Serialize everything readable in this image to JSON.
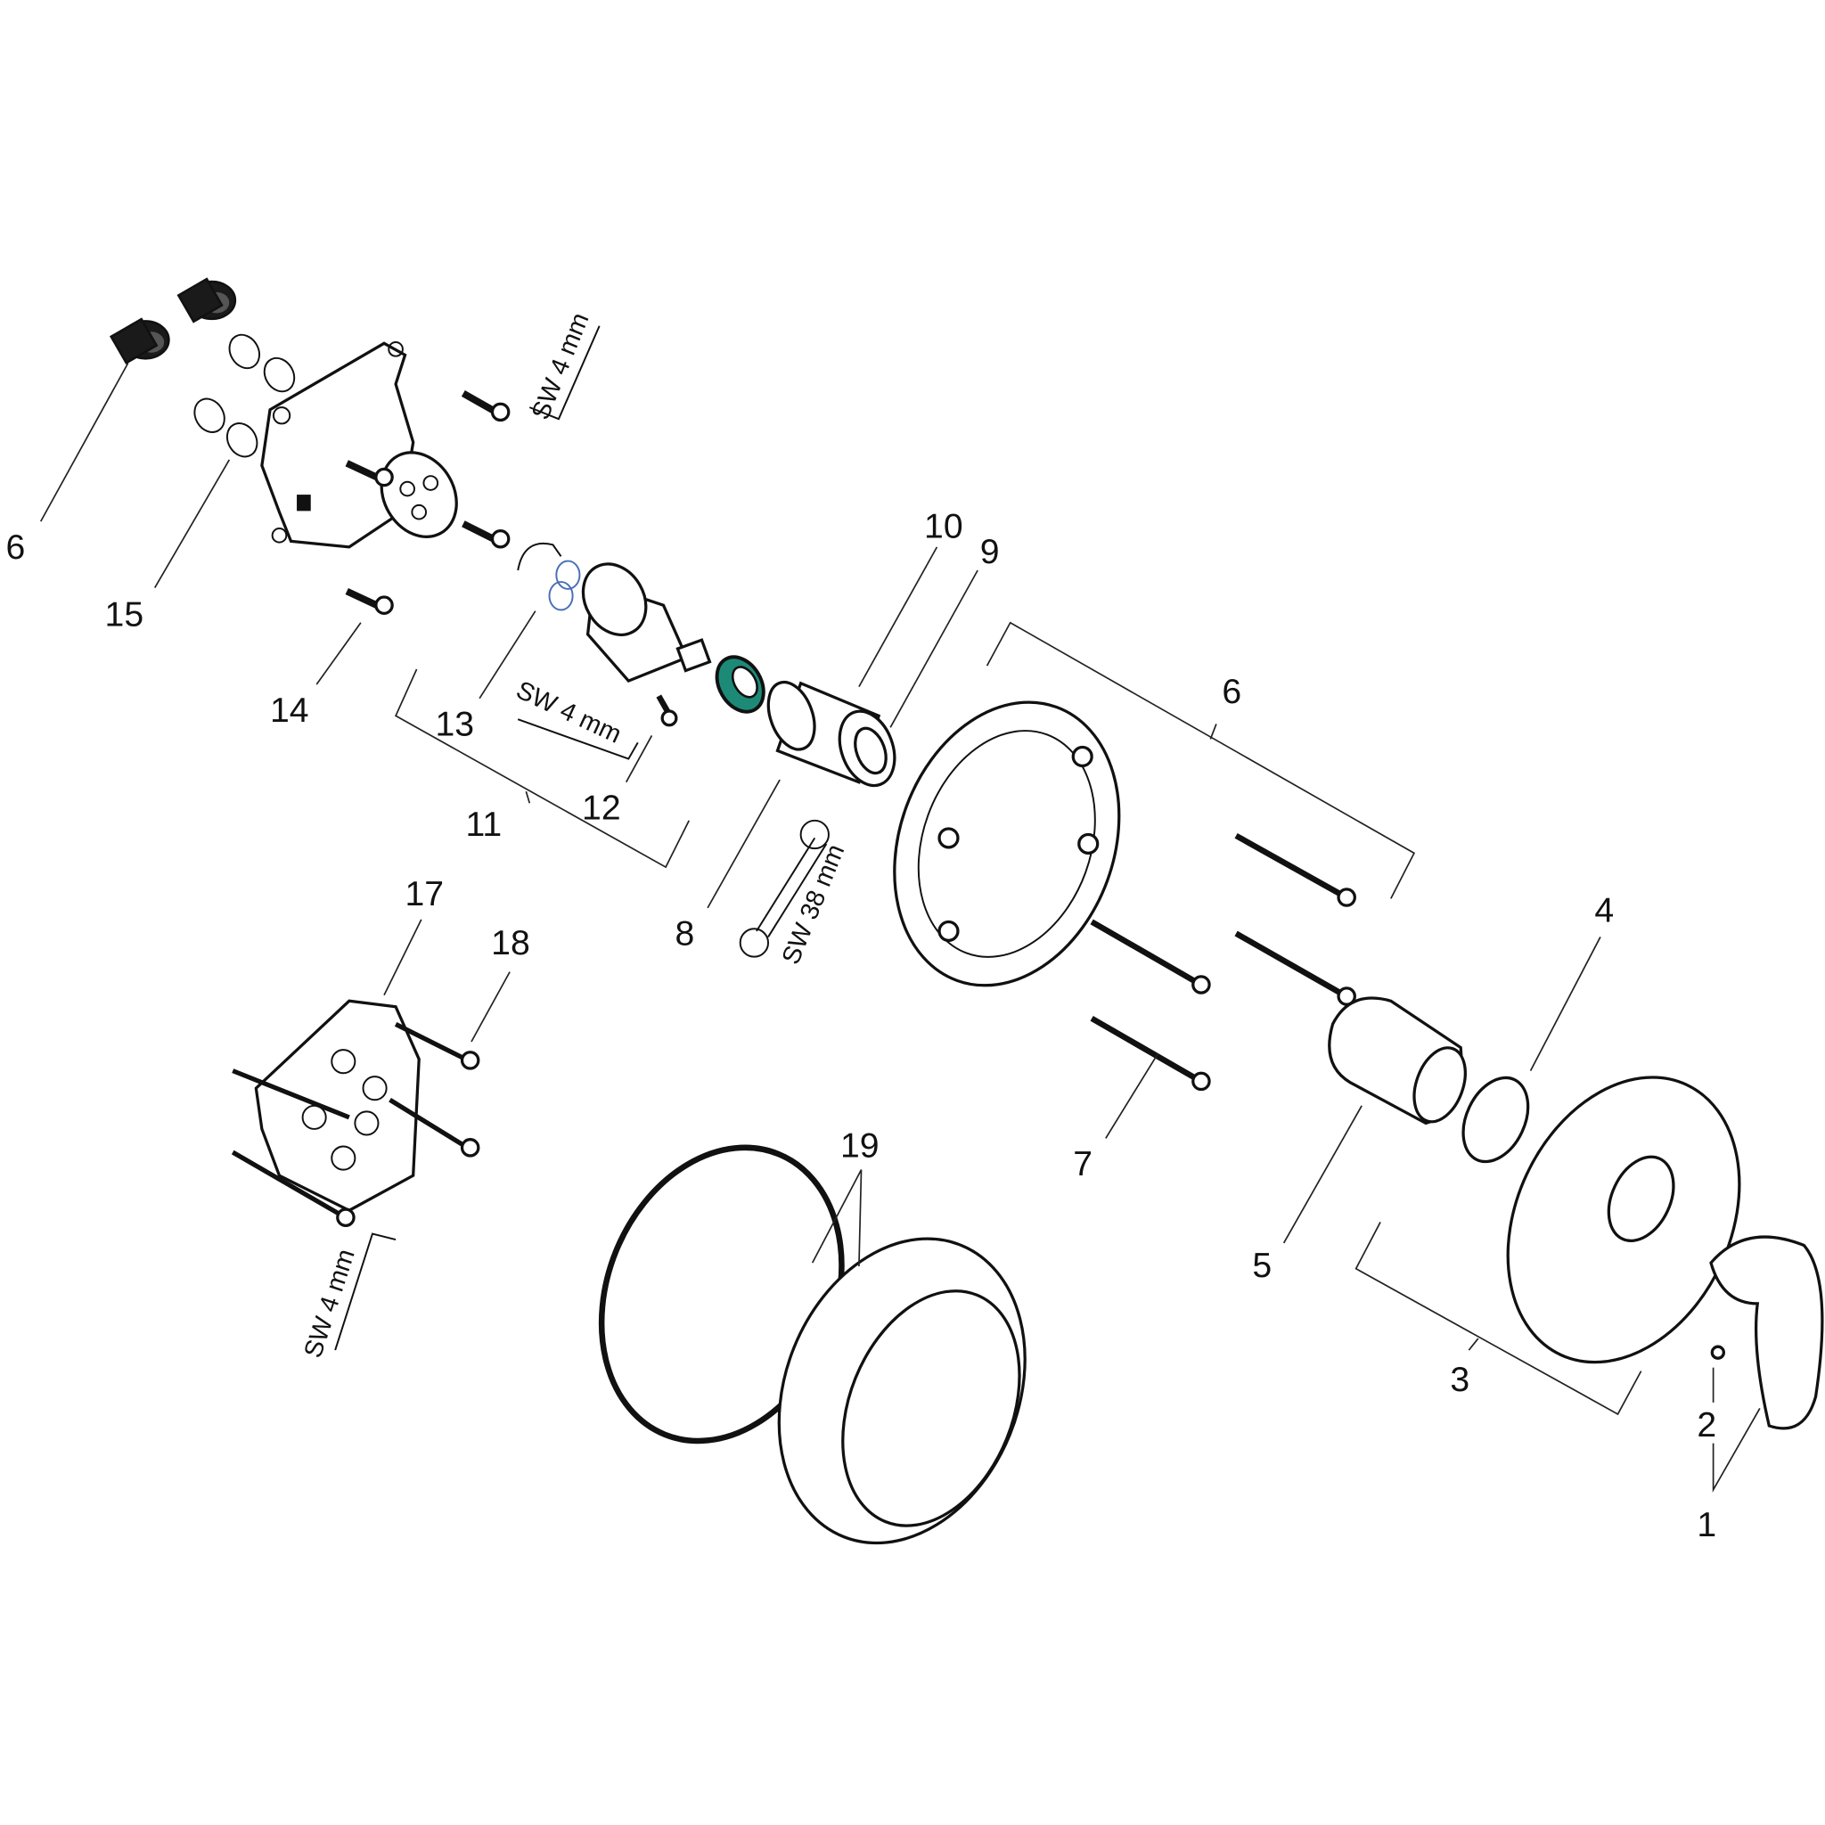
{
  "diagram": {
    "callouts": [
      "6",
      "15",
      "14",
      "13",
      "11",
      "12",
      "10",
      "9",
      "8",
      "6",
      "7",
      "4",
      "5",
      "3",
      "2",
      "1",
      "17",
      "18",
      "19"
    ],
    "tool_labels": [
      "SW 4 mm",
      "SW 4 mm",
      "SW 38 mm",
      "SW 4 mm"
    ],
    "colors": {
      "seal_ring": "#1d8a78",
      "o_ring_blue": "#4a6fb5",
      "line": "#111111"
    }
  }
}
